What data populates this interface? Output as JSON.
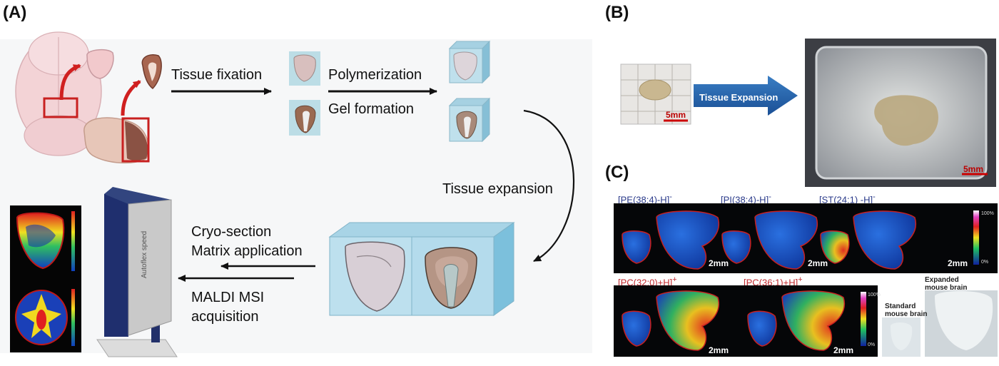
{
  "panels": {
    "a": {
      "label": "(A)",
      "steps": {
        "fixation": "Tissue fixation",
        "polymerization": "Polymerization",
        "gel": "Gel formation",
        "expansion": "Tissue expansion",
        "cryo": "Cryo-section",
        "matrix": "Matrix application",
        "maldi1": "MALDI MSI",
        "maldi2": "acquisition"
      },
      "instrument_label": "Autoflex speed"
    },
    "b": {
      "label": "(B)",
      "arrow_label": "Tissue Expansion",
      "scale_small": "5mm",
      "scale_large": "5mm"
    },
    "c": {
      "label": "(C)",
      "lipids_top": [
        "[PE(38:4)-H]",
        "[PI(38:4)-H]",
        "[ST(24:1) -H]"
      ],
      "lipids_bottom": [
        "[PC(32:0)+H]",
        "[PC(36:1)+H]"
      ],
      "charge_minus": "-",
      "charge_plus": "+",
      "scale_bar": "2mm",
      "colorbar_max": "100%",
      "colorbar_min": "0%",
      "standard_label_1": "Standard",
      "standard_label_2": "mouse brain",
      "expanded_label_1": "Expanded",
      "expanded_label_2": "mouse brain"
    }
  }
}
